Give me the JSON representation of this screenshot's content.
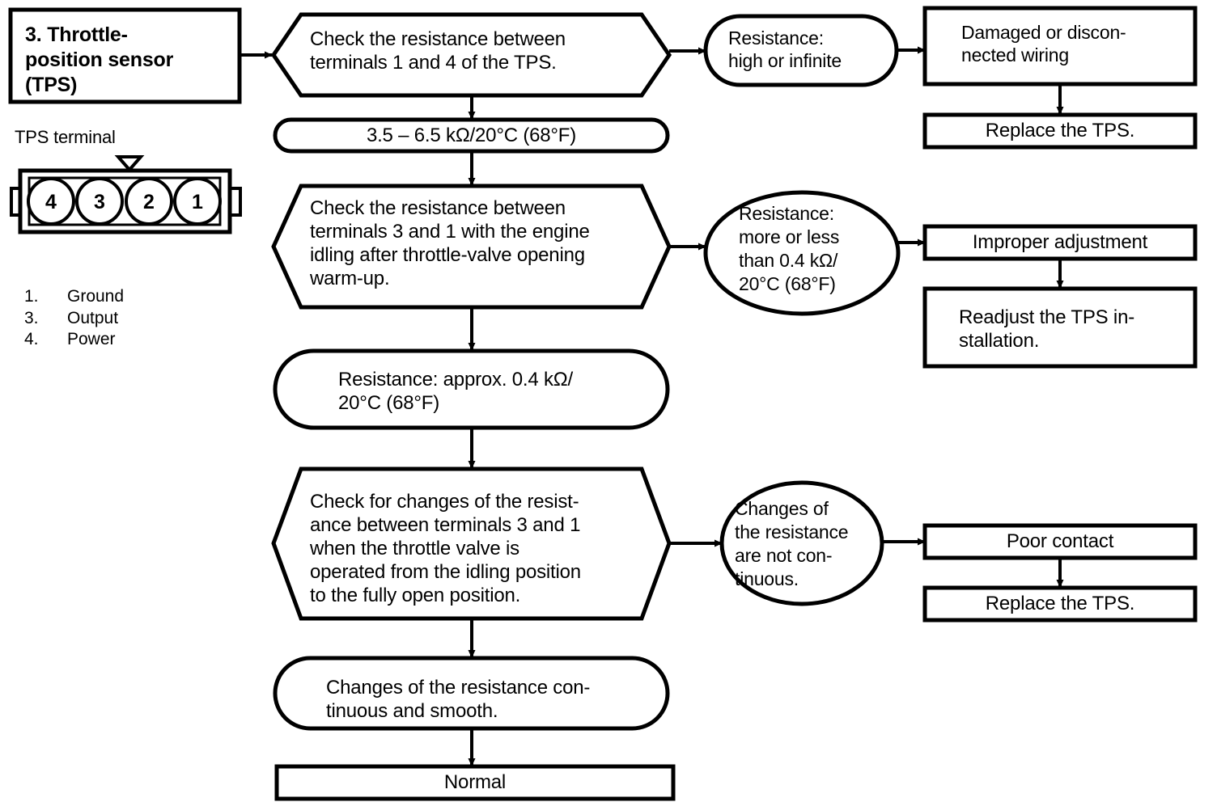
{
  "title_box": {
    "label": "3. Throttle-\n    position sensor\n    (TPS)"
  },
  "connector_diagram": {
    "caption": "TPS terminal",
    "terminals": [
      "4",
      "3",
      "2",
      "1"
    ],
    "legend": [
      {
        "num": "1.",
        "name": "Ground"
      },
      {
        "num": "3.",
        "name": "Output"
      },
      {
        "num": "4.",
        "name": "Power"
      }
    ]
  },
  "flow": {
    "check1": "Check the resistance between\nterminals 1 and 4 of the TPS.",
    "spec1": "3.5 – 6.5 kΩ/20°C (68°F)",
    "branch1": "Resistance:\nhigh or infinite",
    "cause1": "Damaged or discon-\nnected wiring",
    "action1": "Replace the TPS.",
    "check2": "Check the resistance between\nterminals 3 and 1 with the engine\nidling after throttle-valve opening\nwarm-up.",
    "spec2": "Resistance: approx. 0.4 kΩ/\n20°C (68°F)",
    "branch2": "Resistance:\nmore or less\nthan 0.4 kΩ/\n20°C (68°F)",
    "cause2": "Improper adjustment",
    "action2": "Readjust the TPS in-\nstallation.",
    "check3": "Check for changes of the resist-\nance between terminals 3 and 1\nwhen the throttle valve is\noperated from the idling position\nto the fully open position.",
    "spec3": "Changes of the resistance con-\ntinuous and smooth.",
    "branch3": "Changes of\nthe resistance\nare not con-\ntinuous.",
    "cause3": "Poor contact",
    "action3": "Replace the TPS.",
    "result": "Normal"
  },
  "colors": {
    "ink": "#000000",
    "paper": "#ffffff"
  }
}
